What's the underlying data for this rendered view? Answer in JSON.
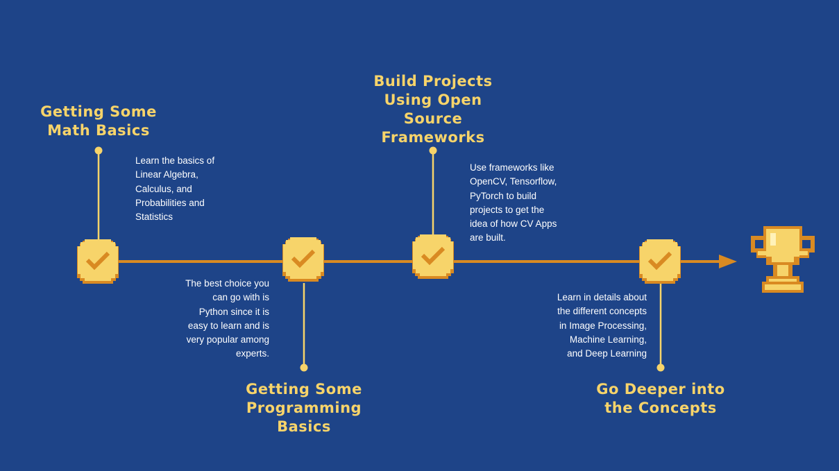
{
  "milestones": [
    {
      "title": "Getting Some Math Basics",
      "title_lines": [
        "Getting Some",
        "Math Basics"
      ],
      "description_lines": [
        "Learn the basics of",
        "Linear Algebra,",
        "Calculus, and",
        "Probabilities and",
        "Statistics"
      ]
    },
    {
      "title": "Getting Some Programming Basics",
      "title_lines": [
        "Getting Some",
        "Programming",
        "Basics"
      ],
      "description_lines": [
        "The best choice you",
        "can go with is",
        "Python since it is",
        "easy to learn and is",
        "very popular among",
        "experts."
      ]
    },
    {
      "title": "Build Projects Using Open Source Frameworks",
      "title_lines": [
        "Build Projects",
        "Using Open",
        "Source",
        "Frameworks"
      ],
      "description_lines": [
        "Use frameworks like",
        "OpenCV, Tensorflow,",
        "PyTorch to build",
        "projects to get the",
        "idea of how CV Apps",
        "are built."
      ]
    },
    {
      "title": "Go Deeper into the Concepts",
      "title_lines": [
        "Go Deeper into",
        "the Concepts"
      ],
      "description_lines": [
        "Learn in details about",
        "the different concepts",
        "in Image Processing,",
        "Machine Learning,",
        "and Deep Learning"
      ]
    }
  ],
  "icons": {
    "milestone": "checkmark-coin-icon",
    "goal": "trophy-icon",
    "arrow": "arrow-head-icon"
  },
  "colors": {
    "background": "#1e4488",
    "accent": "#f7d46a",
    "line": "#d98a22",
    "text": "#ffffff"
  }
}
